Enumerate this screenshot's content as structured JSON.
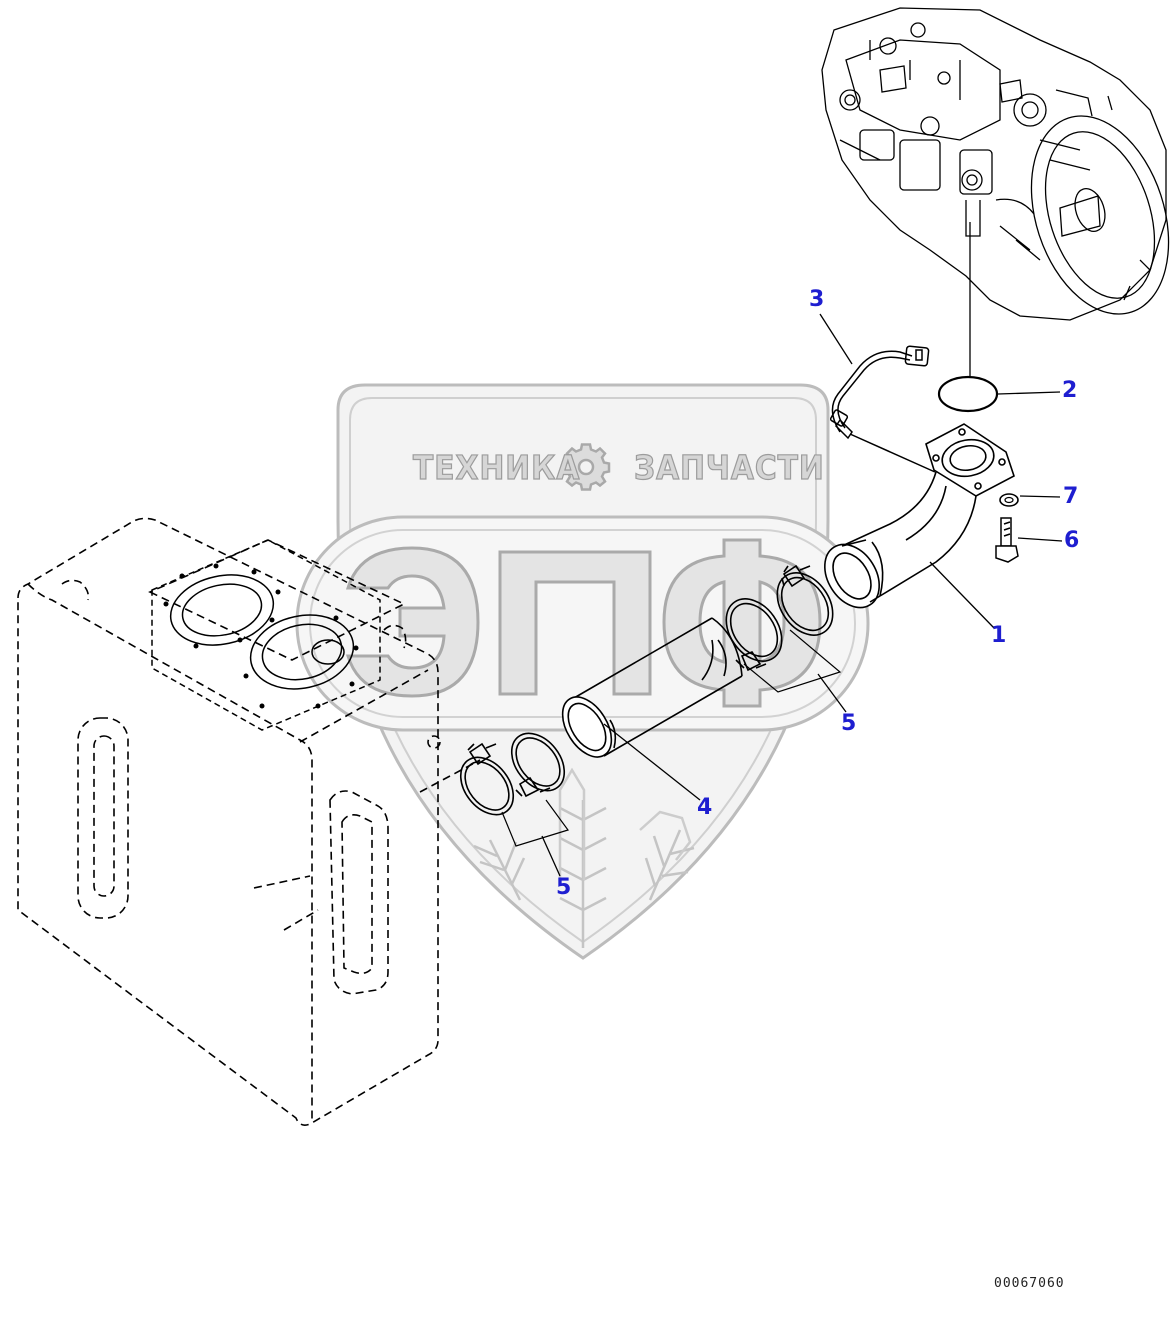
{
  "watermark": {
    "left_word": "ТЕХНИКА",
    "right_word": "ЗАПЧАСТИ",
    "logo_letters": "ЭПФ"
  },
  "callouts": {
    "c1": "1",
    "c2": "2",
    "c3": "3",
    "c4": "4",
    "c5_upper": "5",
    "c5_lower": "5",
    "c6": "6",
    "c7": "7"
  },
  "drawing_number": "00067060",
  "colors": {
    "callout": "#1e1ed0",
    "line": "#000000",
    "watermark_fill": "#d6d6d6",
    "watermark_stroke": "#9c9c9c"
  }
}
